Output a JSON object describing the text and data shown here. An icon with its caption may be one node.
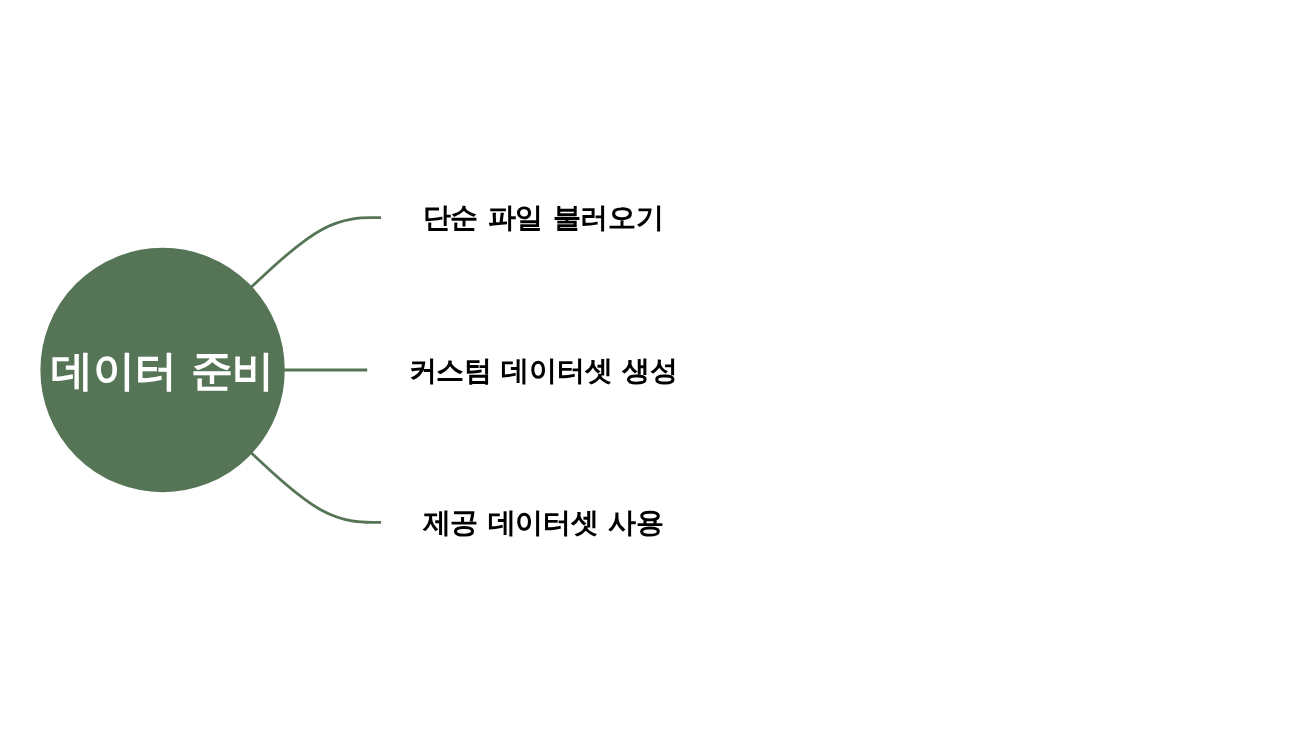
{
  "diagram": {
    "nodes": [
      {
        "text": [
          "데이터 준비"
        ]
      },
      {
        "text": [
          "단순 파일 불러오기"
        ]
      },
      {
        "text": [
          "커스텀 데이터셋 생성"
        ]
      },
      {
        "text": [
          "제공 데이터셋 사용"
        ]
      }
    ],
    "edges": [
      {
        "from": 0,
        "to": 1,
        "arrow": "none"
      },
      {
        "from": 0,
        "to": 2,
        "arrow": "none"
      },
      {
        "from": 0,
        "to": 3,
        "arrow": "none"
      }
    ]
  }
}
